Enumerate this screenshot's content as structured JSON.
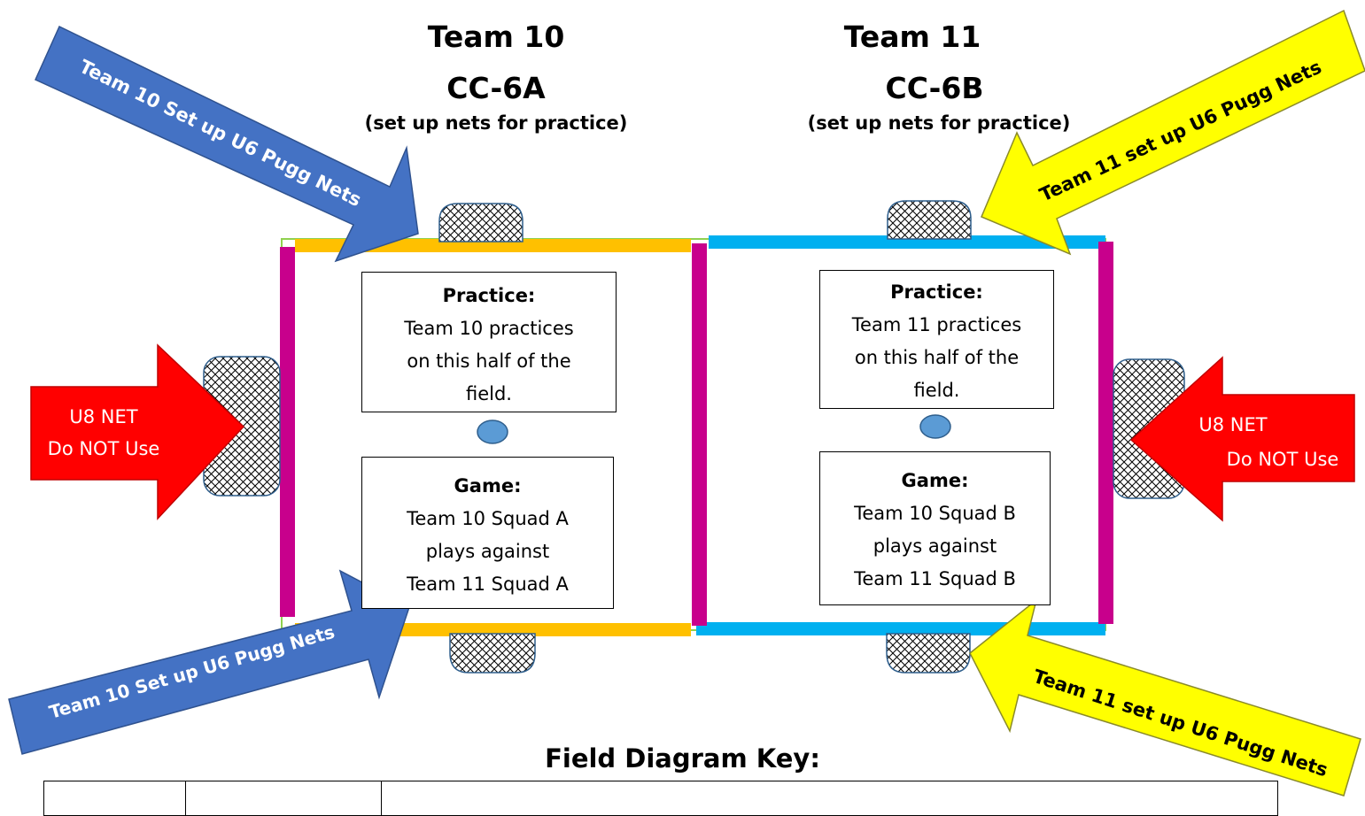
{
  "diagram": {
    "team10": {
      "title": "Team 10",
      "field": "CC-6A",
      "note": "(set up nets for practice)",
      "practice_heading": "Practice:",
      "practice_text": [
        "Team 10 practices",
        "on this half of the",
        "field."
      ],
      "game_heading": "Game:",
      "game_text": [
        "Team 10 Squad A",
        "plays against",
        "Team 11 Squad A"
      ]
    },
    "team11": {
      "title": "Team 11",
      "field": "CC-6B",
      "note": "(set up nets for practice)",
      "practice_heading": "Practice:",
      "practice_text": [
        "Team 11 practices",
        "on this half of the",
        "field."
      ],
      "game_heading": "Game:",
      "game_text": [
        "Team 10 Squad B",
        "plays against",
        "Team 11 Squad B"
      ]
    },
    "arrows": {
      "team10_top": "Team 10 Set up U6 Pugg Nets",
      "team10_bottom": "Team 10 Set up U6 Pugg Nets",
      "team11_top": "Team 11 set up U6 Pugg Nets",
      "team11_bottom": "Team 11 set up U6 Pugg Nets",
      "u8_left": [
        "U8 NET",
        "Do NOT Use"
      ],
      "u8_right": [
        "U8 NET",
        "Do NOT Use"
      ]
    },
    "key_title": "Field Diagram Key:",
    "colors": {
      "blue_arrow": "#4472c4",
      "yellow_arrow": "#ffff00",
      "red_arrow": "#ff0000",
      "magenta_line": "#c8008c",
      "orange_line": "#ffc000",
      "cyan_line": "#00b0f0",
      "cone": "#5b9bd5"
    }
  }
}
